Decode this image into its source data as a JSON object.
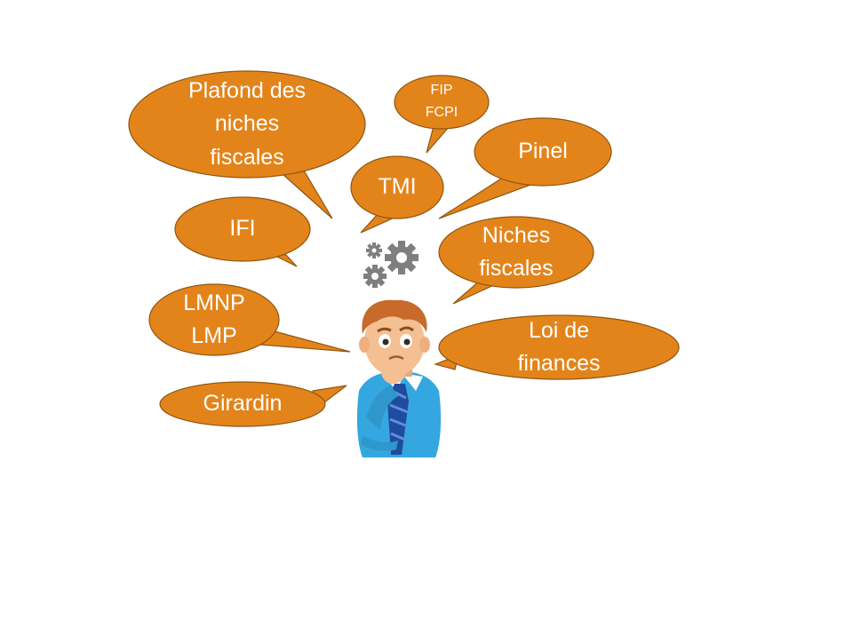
{
  "colors": {
    "bubble_fill": "#E3841A",
    "bubble_stroke": "#8F5511",
    "text": "#FFFFFF",
    "gear": "#7F7F7F",
    "skin": "#F4BF93",
    "hair": "#C76A2A",
    "shirt": "#35A7E0",
    "tie": "#1F4C9E"
  },
  "icons": [
    "gears-icon",
    "thinking-man-icon"
  ],
  "bubbles": [
    {
      "id": "plafond",
      "lines": [
        "Plafond des",
        "niches",
        "fiscales"
      ]
    },
    {
      "id": "fip",
      "lines": [
        "FIP",
        "FCPI"
      ]
    },
    {
      "id": "pinel",
      "lines": [
        "Pinel"
      ]
    },
    {
      "id": "tmi",
      "lines": [
        "TMI"
      ]
    },
    {
      "id": "ifi",
      "lines": [
        "IFI"
      ]
    },
    {
      "id": "niches",
      "lines": [
        "Niches",
        "fiscales"
      ]
    },
    {
      "id": "lmnp",
      "lines": [
        "LMNP",
        "LMP"
      ]
    },
    {
      "id": "loi",
      "lines": [
        "Loi de",
        "finances"
      ]
    },
    {
      "id": "girardin",
      "lines": [
        "Girardin"
      ]
    }
  ]
}
